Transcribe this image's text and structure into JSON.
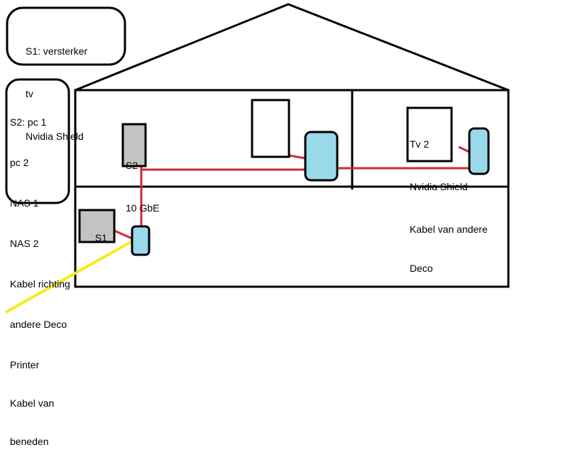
{
  "legend_s1": {
    "lines": [
      "S1: versterker",
      "tv",
      "Nvidia Shield"
    ]
  },
  "legend_s2": {
    "lines": [
      "S2: pc 1",
      "pc 2",
      "NAS 1",
      "NAS 2",
      "Kabel richting",
      "andere Deco",
      "Printer",
      "Kabel van",
      "beneden"
    ]
  },
  "switch_s2": {
    "lines": [
      "S2",
      "10 GbE"
    ]
  },
  "switch_s1": {
    "label": "S1"
  },
  "room_right_box": {
    "lines": [
      "Tv 2",
      "Nvidia Shield",
      "Kabel van andere",
      "Deco"
    ]
  },
  "colors": {
    "outline": "#000000",
    "cable": "#cc2b36",
    "deco": "#99d9ea",
    "switch": "#c3c3c3",
    "incoming": "#f5ec1c"
  }
}
